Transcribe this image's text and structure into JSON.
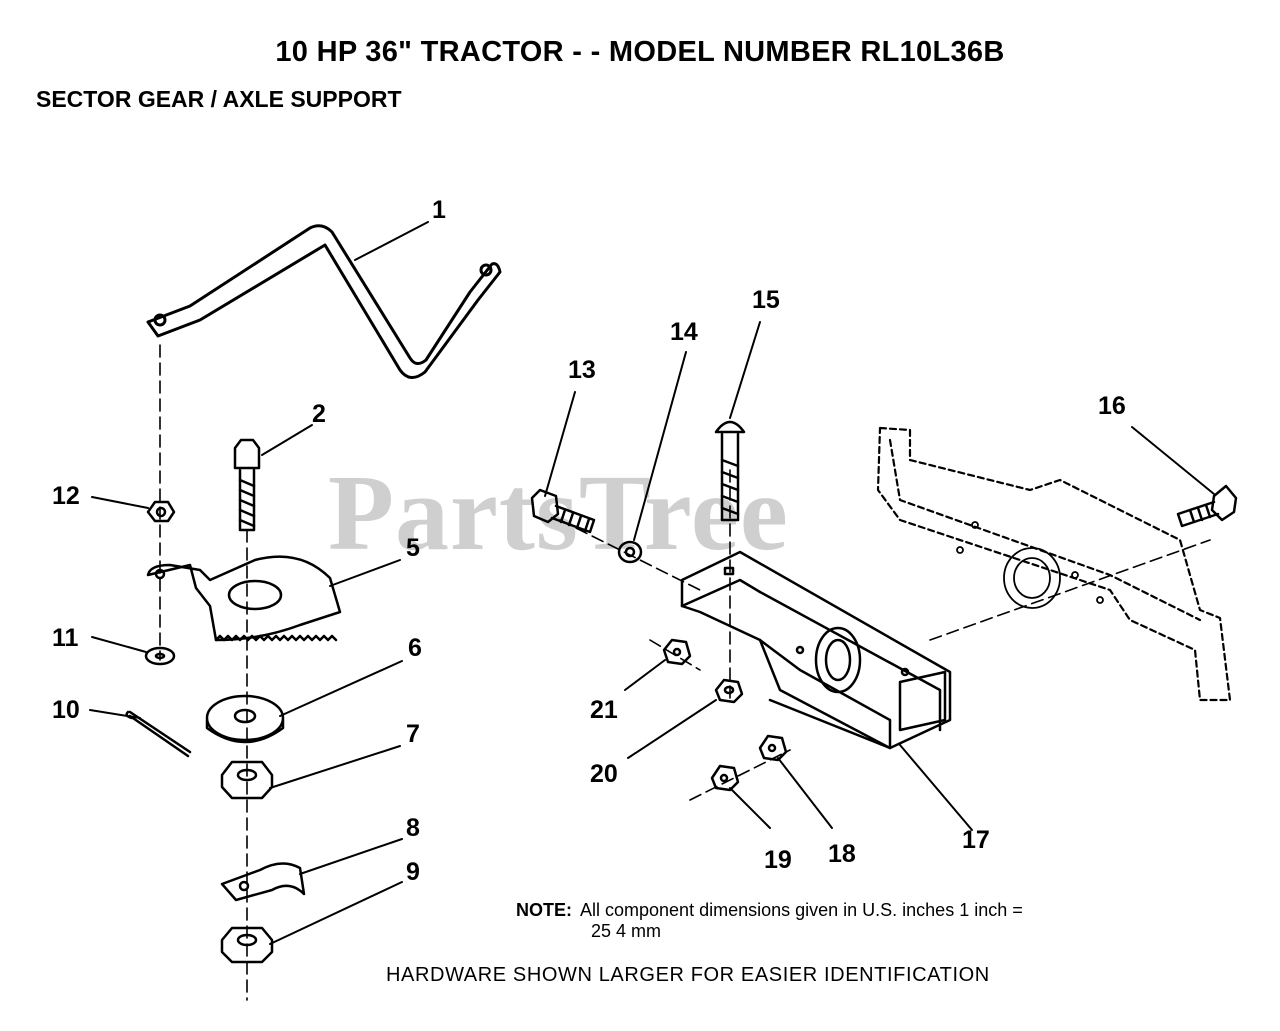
{
  "title": "10 HP 36\" TRACTOR - - MODEL NUMBER RL10L36B",
  "subtitle": "SECTOR GEAR / AXLE SUPPORT",
  "watermark": "PartsTree",
  "callouts": [
    "1",
    "2",
    "5",
    "6",
    "7",
    "8",
    "9",
    "10",
    "11",
    "12",
    "13",
    "14",
    "15",
    "16",
    "17",
    "18",
    "19",
    "20",
    "21"
  ],
  "note": {
    "label": "NOTE:",
    "line1": "All component dimensions given in U.S. inches 1 inch =",
    "line2": "25 4 mm"
  },
  "hardware_note": "HARDWARE SHOWN LARGER FOR EASIER IDENTIFICATION"
}
